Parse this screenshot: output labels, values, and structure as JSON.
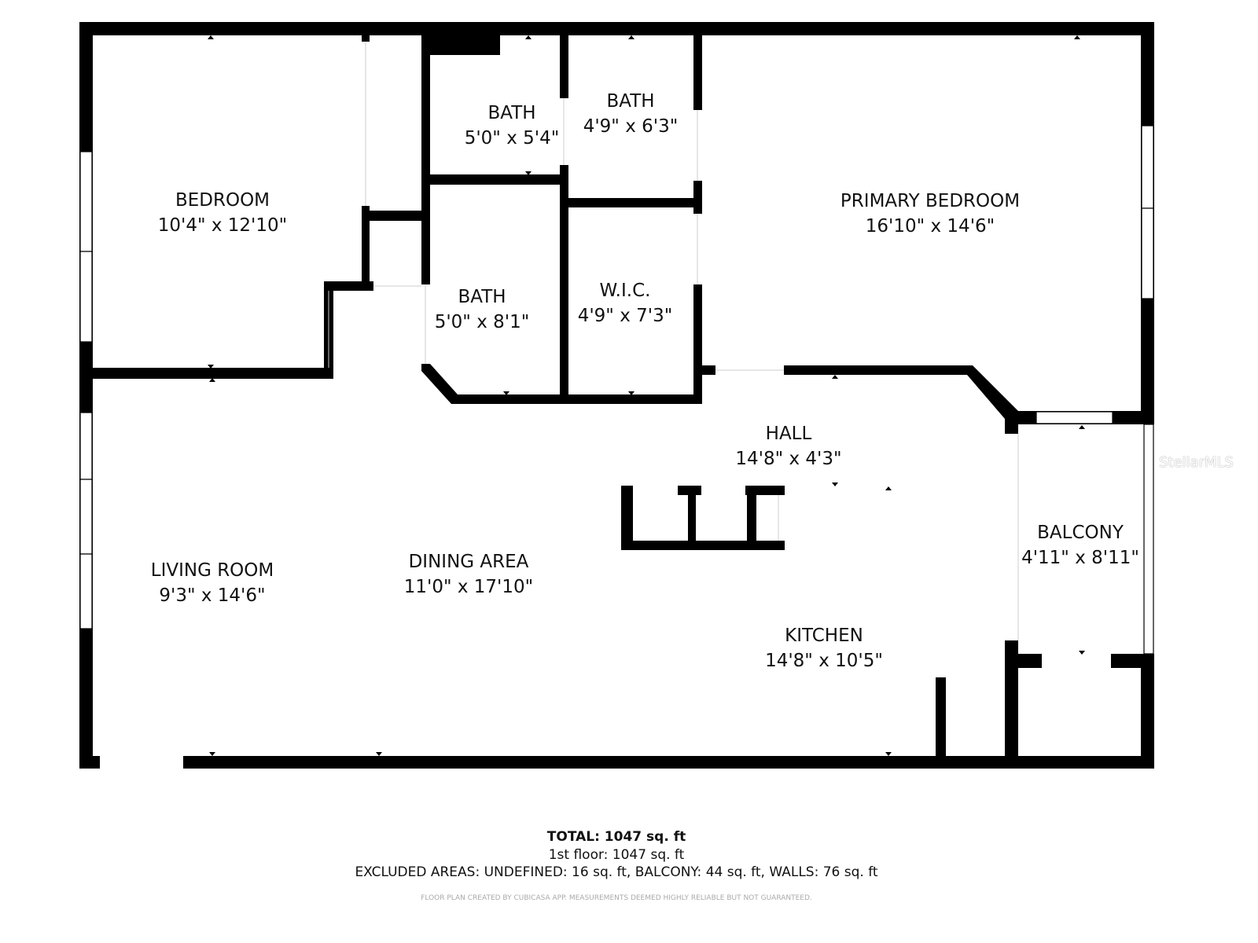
{
  "rooms": [
    {
      "name": "BEDROOM",
      "dims": "10'4\" x 12'10\""
    },
    {
      "name": "BATH",
      "dims": "5'0\" x 5'4\""
    },
    {
      "name": "BATH",
      "dims": "4'9\" x 6'3\""
    },
    {
      "name": "PRIMARY BEDROOM",
      "dims": "16'10\" x 14'6\""
    },
    {
      "name": "BATH",
      "dims": "5'0\" x 8'1\""
    },
    {
      "name": "W.I.C.",
      "dims": "4'9\" x 7'3\""
    },
    {
      "name": "HALL",
      "dims": "14'8\" x 4'3\""
    },
    {
      "name": "LIVING ROOM",
      "dims": "9'3\" x 14'6\""
    },
    {
      "name": "DINING AREA",
      "dims": "11'0\" x 17'10\""
    },
    {
      "name": "BALCONY",
      "dims": "4'11\" x 8'11\""
    },
    {
      "name": "KITCHEN",
      "dims": "14'8\" x 10'5\""
    }
  ],
  "footer": {
    "total": "TOTAL: 1047 sq. ft",
    "floor": "1st floor: 1047 sq. ft",
    "excluded": "EXCLUDED AREAS: UNDEFINED: 16 sq. ft, BALCONY: 44 sq. ft, WALLS: 76 sq. ft",
    "disclaimer": "FLOOR PLAN CREATED BY CUBICASA APP. MEASUREMENTS DEEMED HIGHLY RELIABLE BUT NOT GUARANTEED."
  },
  "watermark": "StellarMLS",
  "colors": {
    "wall": "#000000",
    "background": "#ffffff"
  }
}
